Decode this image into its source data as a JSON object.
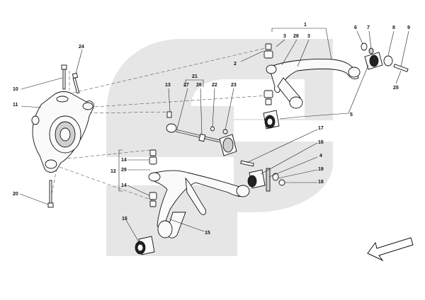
{
  "callouts": [
    {
      "id": "c1",
      "label": "1"
    },
    {
      "id": "c2",
      "label": "2"
    },
    {
      "id": "c3a",
      "label": "3"
    },
    {
      "id": "c28",
      "label": "28"
    },
    {
      "id": "c3b",
      "label": "3"
    },
    {
      "id": "c6",
      "label": "6"
    },
    {
      "id": "c7",
      "label": "7"
    },
    {
      "id": "c8",
      "label": "8"
    },
    {
      "id": "c9",
      "label": "9"
    },
    {
      "id": "c24",
      "label": "24"
    },
    {
      "id": "c10",
      "label": "10"
    },
    {
      "id": "c11",
      "label": "11"
    },
    {
      "id": "c21",
      "label": "21"
    },
    {
      "id": "c13",
      "label": "13"
    },
    {
      "id": "c27",
      "label": "27"
    },
    {
      "id": "c26",
      "label": "26"
    },
    {
      "id": "c22",
      "label": "22"
    },
    {
      "id": "c23",
      "label": "23"
    },
    {
      "id": "c25",
      "label": "25"
    },
    {
      "id": "c5",
      "label": "5"
    },
    {
      "id": "c17",
      "label": "17"
    },
    {
      "id": "c16a",
      "label": "16"
    },
    {
      "id": "c4",
      "label": "4"
    },
    {
      "id": "c19",
      "label": "19"
    },
    {
      "id": "c18",
      "label": "18"
    },
    {
      "id": "c14a",
      "label": "14"
    },
    {
      "id": "c29",
      "label": "29"
    },
    {
      "id": "c12",
      "label": "12"
    },
    {
      "id": "c14b",
      "label": "14"
    },
    {
      "id": "c20",
      "label": "20"
    },
    {
      "id": "c16b",
      "label": "16"
    },
    {
      "id": "c15",
      "label": "15"
    }
  ],
  "colors": {
    "watermark": "#e6e6e6",
    "ink": "#111111",
    "background": "#ffffff"
  },
  "icons": {
    "direction": "direction-arrow-icon",
    "watermark": "ferrari-s-watermark-icon"
  }
}
